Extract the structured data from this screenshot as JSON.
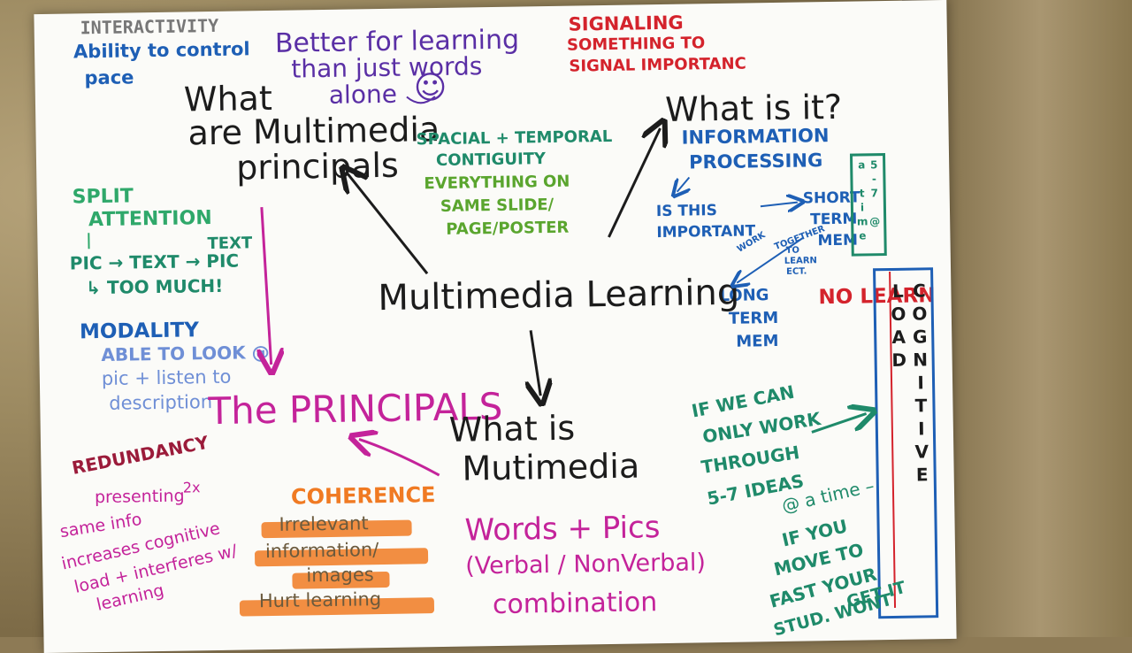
{
  "colors": {
    "black": "#1c1c1c",
    "purple": "#5a2fa5",
    "blue": "#1e5fb5",
    "lightblue": "#6f8fd6",
    "red": "#d4232c",
    "teal": "#1f8a6a",
    "green": "#5aa52e",
    "magenta": "#c4239a",
    "orange": "#f07a22",
    "darkred": "#9b1b3a"
  },
  "top_left": {
    "heading": "INTERACTIVITY",
    "line1": "Ability to control",
    "line2": "pace"
  },
  "top_center": {
    "line1": "Better for learning",
    "line2": "than just words",
    "line3": "alone",
    "smiley": "☺"
  },
  "top_right": {
    "heading": "SIGNALING",
    "line1": "SOMETHING TO",
    "line2": "SIGNAL IMPORTANC"
  },
  "what_are": {
    "line1": "What",
    "line2": "are Multimedia",
    "line3": "principals"
  },
  "what_is_it": "What is it?",
  "spatial": {
    "line1": "SPACIAL + TEMPORAL",
    "line2": "CONTIGUITY",
    "line3": "EVERYTHING ON",
    "line4": "SAME SLIDE/",
    "line5": "PAGE/POSTER"
  },
  "info": {
    "line1": "INFORMATION",
    "line2": "PROCESSING",
    "important1": "IS THIS",
    "important2": "IMPORTANT",
    "short1": "SHORT",
    "short2": "TERM",
    "short3": "MEM",
    "work1": "WORK",
    "work2": "TOGETHER",
    "work3": "TO",
    "work4": "LEARN",
    "work5": "ECT.",
    "long1": "LONG",
    "long2": "TERM",
    "long3": "MEM",
    "box57": "5-7 @ a time"
  },
  "split": {
    "line1": "SPLIT",
    "line2": "ATTENTION",
    "line3": "PIC → TEXT → PIC",
    "line4": "TEXT",
    "line5": "↳ TOO MUCH!"
  },
  "center": "Multimedia Learning",
  "modality": {
    "heading": "MODALITY",
    "line1": "ABLE TO LOOK @",
    "line2": "pic + listen to",
    "line3": "description"
  },
  "no_learn": "NO LEARN",
  "cognitive_load": "COGNITIVE LOAD",
  "principals": "The PRINCIPALS",
  "what_is_multimedia": {
    "line1": "What is",
    "line2": "Mutimedia"
  },
  "redundancy": {
    "heading": "REDUNDANCY",
    "line1": "presenting",
    "line1b": "2x",
    "line2": "same info",
    "line3": "increases cognitive",
    "line4": "load + interferes w/",
    "line5": "learning"
  },
  "coherence": {
    "heading": "COHERENCE",
    "line1": "Irrelevant",
    "line2": "information/",
    "line3": "images",
    "line4": "Hurt learning"
  },
  "words_pics": {
    "line1": "Words + Pics",
    "line2": "(Verbal / NonVerbal)",
    "line3": "combination"
  },
  "if_we_can": {
    "line1": "IF WE CAN",
    "line2": "ONLY WORK",
    "line3": "THROUGH",
    "line4": "5-7 IDEAS",
    "line5": "@ a time –",
    "line6": "IF YOU",
    "line7": "MOVE TO",
    "line8": "FAST YOUR",
    "line9": "STUD. WONT",
    "line10": "GET IT"
  }
}
